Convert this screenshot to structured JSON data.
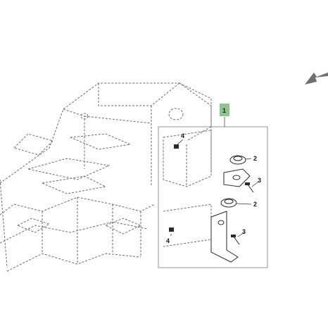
{
  "callouts": {
    "group": "1",
    "bushing": "2",
    "cap_screw": "3",
    "nut": "4"
  },
  "colors": {
    "line_art": "#6e6e6e",
    "part_ink": "#2a2a2a",
    "callout_tag": "#8fc38f",
    "direction_arrow": "#707070"
  },
  "icons": {
    "direction": "direction-arrow-icon"
  }
}
